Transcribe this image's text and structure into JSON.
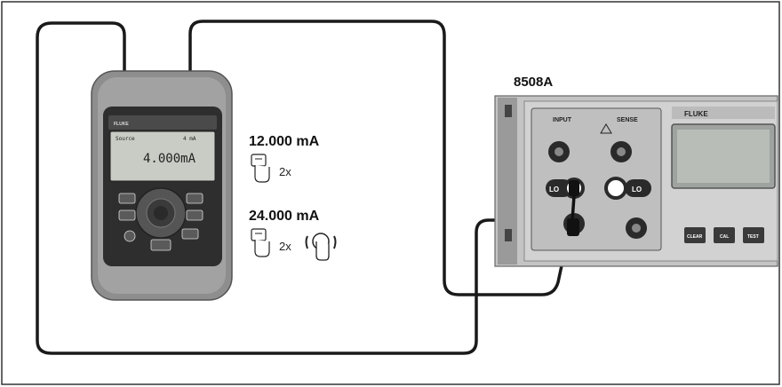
{
  "calibrator": {
    "brand": "FLUKE",
    "display_reading": "4.000mA",
    "display_status_left": "Source",
    "display_status_right": "4 mA"
  },
  "steps": [
    {
      "setpoint": "12.000 mA",
      "repeat": "2x"
    },
    {
      "setpoint": "24.000 mA",
      "repeat": "2x"
    }
  ],
  "reference_meter": {
    "model_label": "8508A",
    "brand": "FLUKE",
    "input_label": "INPUT",
    "sense_label": "SENSE",
    "terminal_lo": "LO",
    "terminal_lo_sense": "LO",
    "buttons": [
      "CLEAR",
      "CAL",
      "TEST"
    ]
  }
}
